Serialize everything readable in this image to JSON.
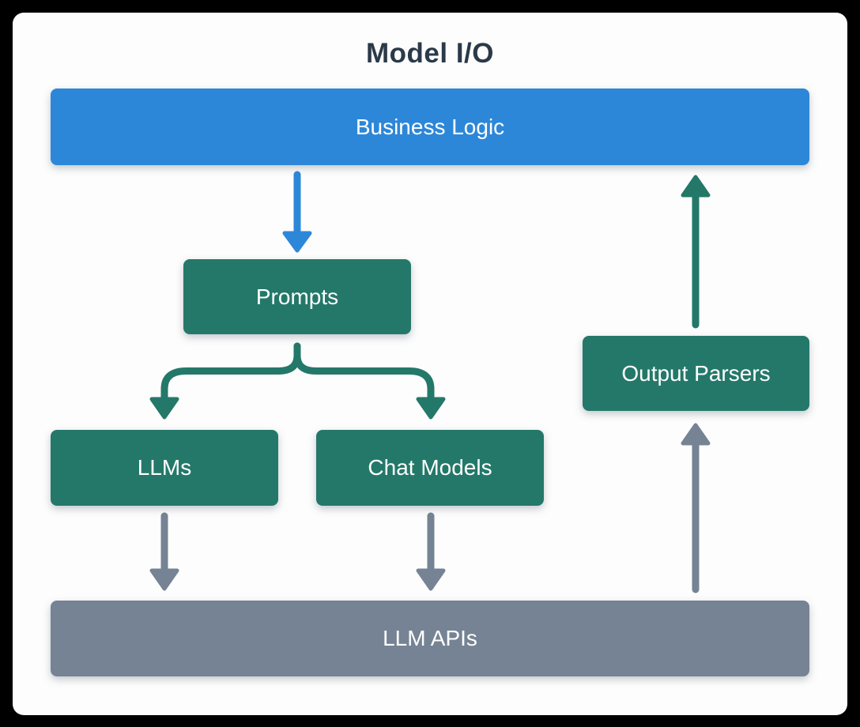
{
  "diagram": {
    "title": "Model I/O",
    "nodes": {
      "business_logic": {
        "label": "Business Logic",
        "color": "blue"
      },
      "prompts": {
        "label": "Prompts",
        "color": "teal"
      },
      "llms": {
        "label": "LLMs",
        "color": "teal"
      },
      "chat_models": {
        "label": "Chat Models",
        "color": "teal"
      },
      "output_parsers": {
        "label": "Output Parsers",
        "color": "teal"
      },
      "llm_apis": {
        "label": "LLM APIs",
        "color": "gray"
      }
    },
    "edges": [
      {
        "from": "Business Logic",
        "to": "Prompts",
        "direction": "down",
        "color": "blue"
      },
      {
        "from": "Prompts",
        "to": "LLMs",
        "direction": "down",
        "color": "teal"
      },
      {
        "from": "Prompts",
        "to": "Chat Models",
        "direction": "down",
        "color": "teal"
      },
      {
        "from": "LLMs",
        "to": "LLM APIs",
        "direction": "down",
        "color": "gray"
      },
      {
        "from": "Chat Models",
        "to": "LLM APIs",
        "direction": "down",
        "color": "gray"
      },
      {
        "from": "LLM APIs",
        "to": "Output Parsers",
        "direction": "up",
        "color": "gray"
      },
      {
        "from": "Output Parsers",
        "to": "Business Logic",
        "direction": "up",
        "color": "teal"
      }
    ]
  },
  "colors": {
    "blue": "#2D87D8",
    "teal": "#247869",
    "gray": "#758394",
    "title-text": "#2B3949",
    "node-text": "#FFFFFF",
    "card-bg": "#FDFDFD",
    "page-bg": "#000000"
  }
}
